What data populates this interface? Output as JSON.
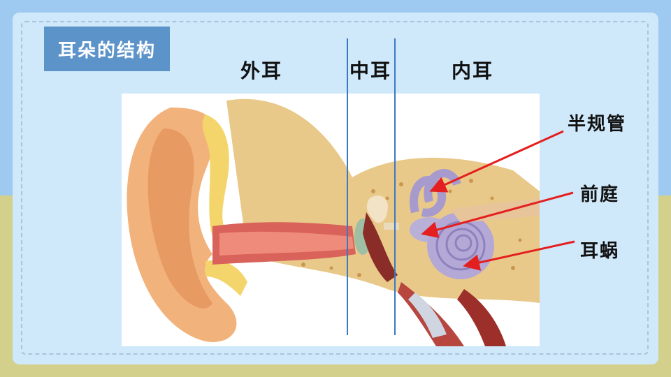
{
  "title": "耳朵的结构",
  "sections": {
    "outer": "外耳",
    "middle": "中耳",
    "inner": "内耳"
  },
  "parts": {
    "semicircular": "半规管",
    "vestibule": "前庭",
    "cochlea": "耳蜗"
  },
  "colors": {
    "title_bg": "#5c93c9",
    "divider": "#3b79c4",
    "arrow": "#e41f1f"
  }
}
